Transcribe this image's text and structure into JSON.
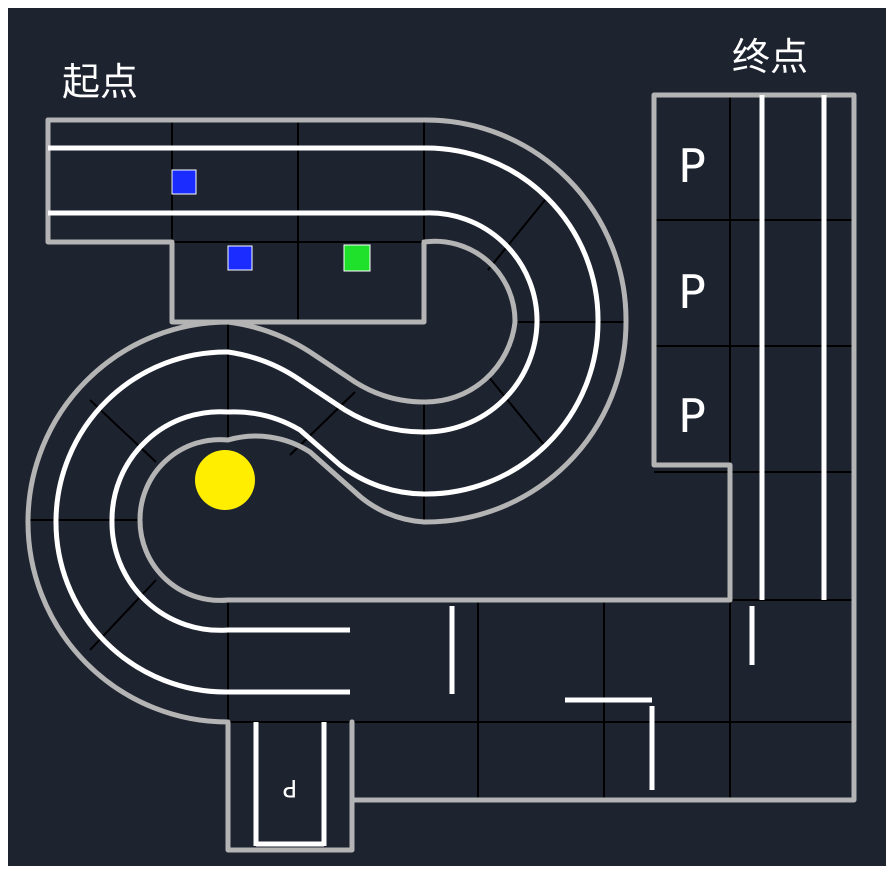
{
  "map": {
    "start_label": "起点",
    "end_label": "终点",
    "parking_label": "P",
    "colors": {
      "background": "#1e2330",
      "frame": "#ffffff",
      "wall": "#b4b4b4",
      "lane": "#ffffff",
      "grid": "#000000",
      "blue_marker": "#1a2cff",
      "green_marker": "#1fe02a",
      "yellow_marker": "#ffee00"
    },
    "markers": [
      {
        "name": "blue-square-marker-1",
        "shape": "square",
        "color": "blue"
      },
      {
        "name": "blue-square-marker-2",
        "shape": "square",
        "color": "blue"
      },
      {
        "name": "green-square-marker",
        "shape": "square",
        "color": "green"
      },
      {
        "name": "yellow-circle-marker",
        "shape": "circle",
        "color": "yellow"
      }
    ],
    "parking_spots": 4
  }
}
